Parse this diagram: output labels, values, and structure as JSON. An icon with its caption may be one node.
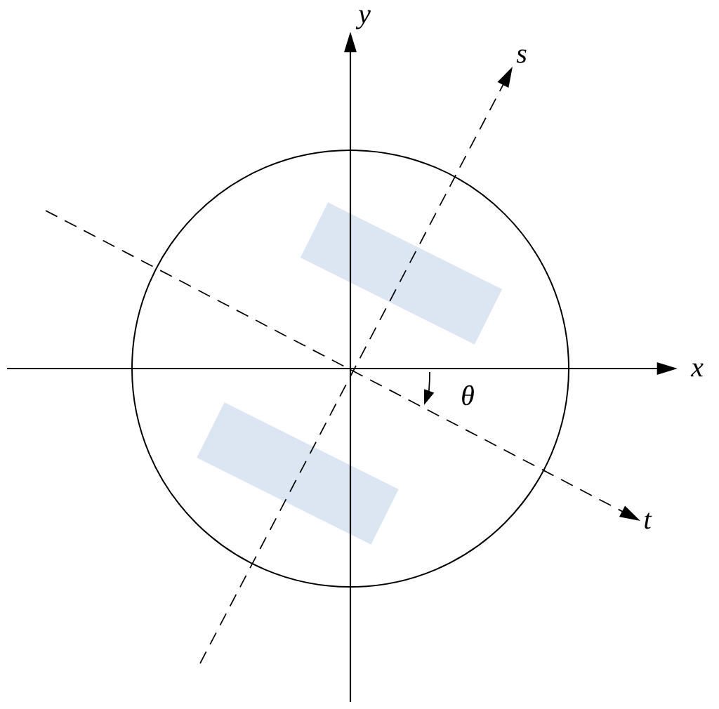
{
  "diagram": {
    "nodes": [
      {
        "text": [],
        "shape": "box"
      },
      {
        "text": [],
        "shape": "box"
      }
    ],
    "labels": [
      "y",
      "s",
      "x",
      "θ",
      "t"
    ]
  }
}
